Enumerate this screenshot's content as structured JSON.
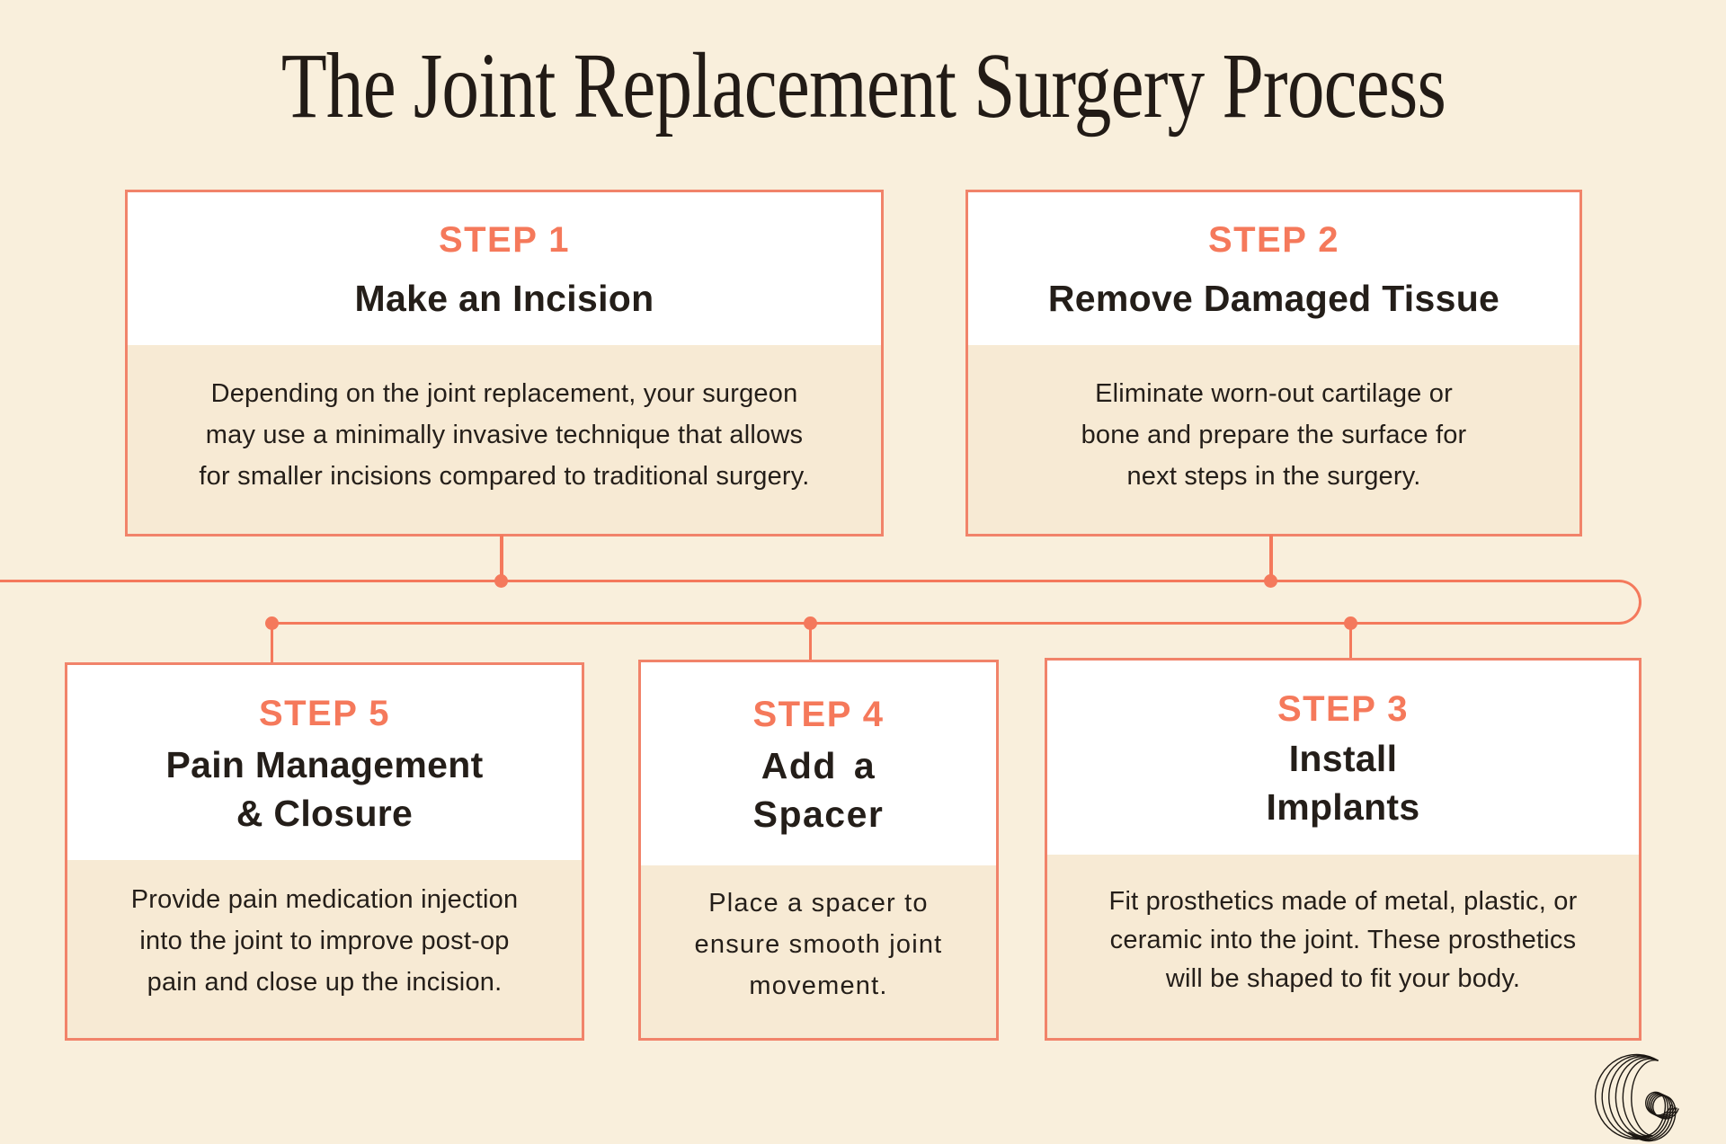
{
  "page": {
    "title": "The Joint Replacement Surgery Process",
    "background_color": "#f9efdc",
    "panel_tan_color": "#f7ead4",
    "accent_coral_color": "#f5795b",
    "border_coral_color": "#f1836a",
    "text_dark_color": "#241e19"
  },
  "steps": [
    {
      "label": "STEP 1",
      "title": "Make an Incision",
      "title_lines": [
        "Make an Incision"
      ],
      "desc_lines": [
        "Depending on the joint replacement, your surgeon",
        "may use a minimally invasive technique that allows",
        "for smaller incisions compared to traditional surgery."
      ]
    },
    {
      "label": "STEP 2",
      "title": "Remove Damaged Tissue",
      "title_lines": [
        "Remove Damaged Tissue"
      ],
      "desc_lines": [
        "Eliminate worn-out cartilage or",
        "bone and prepare the surface for",
        "next steps in the surgery."
      ]
    },
    {
      "label": "STEP 3",
      "title": "Install Implants",
      "title_lines": [
        "Install",
        "Implants"
      ],
      "desc_lines": [
        "Fit prosthetics made of metal, plastic, or",
        "ceramic into the joint. These prosthetics",
        "will be shaped to fit your body."
      ]
    },
    {
      "label": "STEP 4",
      "title": "Add a Spacer",
      "title_lines": [
        "Add a",
        "Spacer"
      ],
      "desc_lines": [
        "Place a spacer to",
        "ensure smooth joint",
        "movement."
      ]
    },
    {
      "label": "STEP 5",
      "title": "Pain Management & Closure",
      "title_lines": [
        "Pain Management",
        "& Closure"
      ],
      "desc_lines": [
        "Provide pain medication injection",
        "into the joint to improve post-op",
        "pain and close up the incision."
      ]
    }
  ],
  "logo": {
    "icon": "script-cs-monogram-icon"
  }
}
